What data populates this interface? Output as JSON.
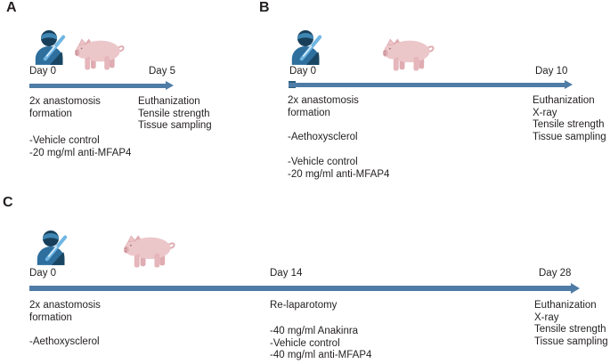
{
  "colors": {
    "background": "#ffffff",
    "text": "#231f20",
    "arrow": "#4e7ca6",
    "arrow_marker": "#2b5f80",
    "surgeon_cap": "#3e86b3",
    "surgeon_head": "#183f5a",
    "surgeon_body": "#2e6f9e",
    "surgeon_arm": "#1a4663",
    "scalpel": "#6fb6e3",
    "scalpel_highlight": "#eaf4fb",
    "pig_body": "#ecc7ca",
    "pig_shade": "#dfacb1",
    "pig_leg": "#e5b6bb",
    "pig_dark": "#a37177"
  },
  "figure": {
    "panels": [
      {
        "label": "A",
        "icons": [
          {
            "name": "surgeon-with-scalpel"
          },
          {
            "name": "pig"
          }
        ],
        "timepoints": [
          {
            "label": "Day 0"
          },
          {
            "label": "Day 5"
          }
        ],
        "annotations": [
          {
            "position": "start",
            "lines": [
              "2x anastomosis",
              "formation"
            ]
          },
          {
            "position": "start",
            "lines": [
              "-Vehicle control",
              "-20 mg/ml anti-MFAP4"
            ]
          },
          {
            "position": "end",
            "lines": [
              "Euthanization",
              "Tensile strength",
              "Tissue sampling"
            ]
          }
        ]
      },
      {
        "label": "B",
        "icons": [
          {
            "name": "surgeon-with-scalpel"
          },
          {
            "name": "pig"
          }
        ],
        "timepoints": [
          {
            "label": "Day 0"
          },
          {
            "label": "Day 10"
          }
        ],
        "annotations": [
          {
            "position": "start",
            "lines": [
              "2x anastomosis",
              "formation"
            ]
          },
          {
            "position": "start",
            "lines": [
              "-Aethoxysclerol"
            ]
          },
          {
            "position": "start",
            "lines": [
              "-Vehicle control",
              "-20 mg/ml anti-MFAP4"
            ]
          },
          {
            "position": "end",
            "lines": [
              "Euthanization",
              "X-ray",
              "Tensile strength",
              "Tissue sampling"
            ]
          }
        ]
      },
      {
        "label": "C",
        "icons": [
          {
            "name": "surgeon-with-scalpel"
          },
          {
            "name": "pig"
          }
        ],
        "timepoints": [
          {
            "label": "Day 0"
          },
          {
            "label": "Day 14"
          },
          {
            "label": "Day 28"
          }
        ],
        "annotations": [
          {
            "position": "start",
            "lines": [
              "2x anastomosis",
              "formation"
            ]
          },
          {
            "position": "start",
            "lines": [
              "-Aethoxysclerol"
            ]
          },
          {
            "position": "middle",
            "lines": [
              "Re-laparotomy"
            ]
          },
          {
            "position": "middle",
            "lines": [
              "-40 mg/ml Anakinra",
              "-Vehicle control",
              "-40 mg/ml anti-MFAP4"
            ]
          },
          {
            "position": "end",
            "lines": [
              "Euthanization",
              "X-ray",
              "Tensile strength",
              "Tissue sampling"
            ]
          }
        ]
      }
    ]
  }
}
